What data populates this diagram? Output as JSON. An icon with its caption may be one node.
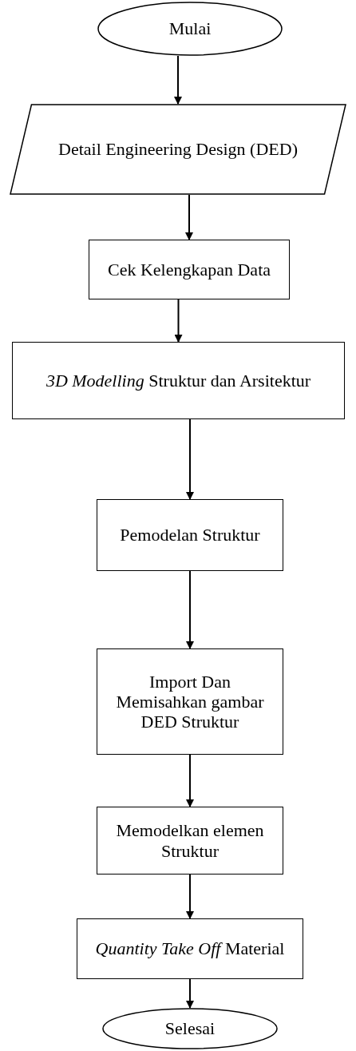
{
  "diagram": {
    "nodes": [
      {
        "text": [
          "Mulai"
        ]
      },
      {
        "text": [
          "Detail Engineering Design (DED)"
        ]
      },
      {
        "text": [
          "Cek Kelengkapan Data"
        ]
      },
      {
        "text": [
          "*3D Modelling* Struktur dan Arsitektur"
        ]
      },
      {
        "text": [
          "Pemodelan Struktur"
        ]
      },
      {
        "text": [
          "Import Dan Memisahkan gambar DED Struktur"
        ]
      },
      {
        "text": [
          "Memodelkan elemen Struktur"
        ]
      },
      {
        "text": [
          "*Quantity Take Off* Material"
        ]
      },
      {
        "text": [
          "Selesai"
        ]
      }
    ],
    "edges": [
      {
        "from": 0,
        "to": 1,
        "arrow": "to"
      },
      {
        "from": 1,
        "to": 2,
        "arrow": "to"
      },
      {
        "from": 2,
        "to": 3,
        "arrow": "to"
      },
      {
        "from": 3,
        "to": 4,
        "arrow": "to"
      },
      {
        "from": 4,
        "to": 5,
        "arrow": "to"
      },
      {
        "from": 5,
        "to": 6,
        "arrow": "to"
      },
      {
        "from": 6,
        "to": 7,
        "arrow": "to"
      },
      {
        "from": 7,
        "to": 8,
        "arrow": "to"
      }
    ]
  }
}
